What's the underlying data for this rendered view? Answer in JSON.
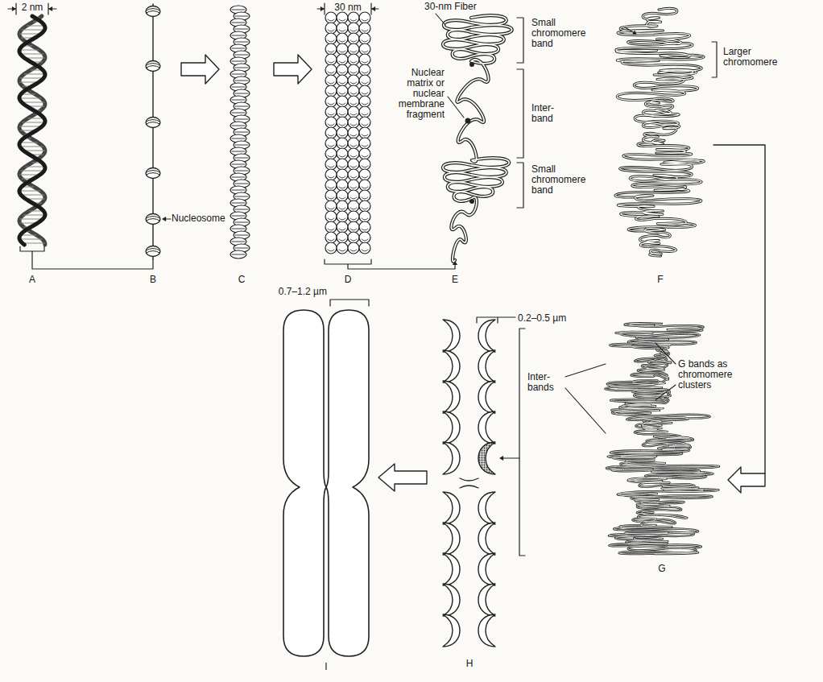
{
  "diagram": {
    "labels": [
      "2 nm",
      "30 nm",
      "30-nm Fiber",
      "Small chromomere band",
      "Nuclear matrix or nuclear membrane fragment",
      "Inter-band",
      "Larger chromomere",
      "Small chromomere band",
      "Nucleosome",
      "A",
      "B",
      "C",
      "D",
      "E",
      "F",
      "0.7–1.2 µm",
      "0.2–0.5 µm",
      "Inter-bands",
      "G bands as chromomere clusters",
      "G",
      "H",
      "I"
    ]
  }
}
